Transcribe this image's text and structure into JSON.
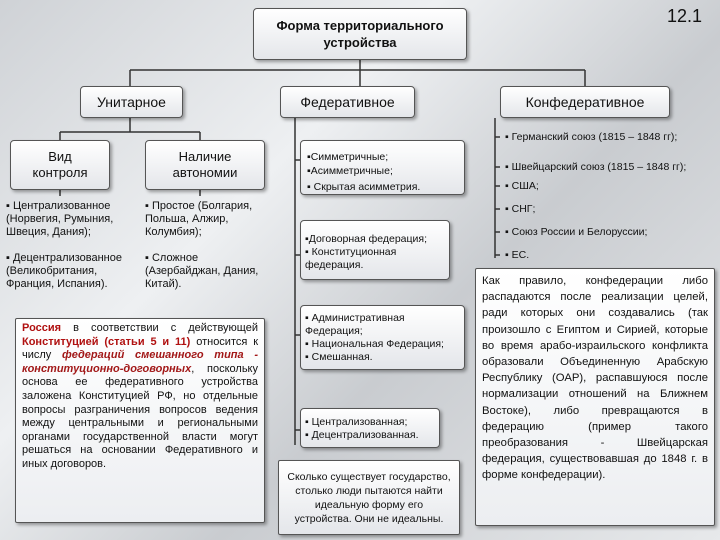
{
  "slide_number": "12.1",
  "title": "Форма территориального устройства",
  "unitary": {
    "label": "Унитарное",
    "control": {
      "label": "Вид контроля",
      "items": [
        "▪ Централизованное (Норвегия, Румыния, Швеция, Дания);",
        "▪ Децентрализованное (Великобритания, Франция, Испания)."
      ]
    },
    "autonomy": {
      "label": "Наличие автономии",
      "items": [
        "▪ Простое (Болгария, Польша, Алжир, Колумбия);",
        "▪ Сложное (Азербайджан, Дания, Китай)."
      ]
    }
  },
  "federal": {
    "label": "Федеративное",
    "groups": [
      [
        "▪Симметричные;",
        "▪Асимметричные;",
        "▪ Скрытая асимметрия."
      ],
      [
        "▪Договорная федерация;",
        "▪ Конституционная федерация."
      ],
      [
        "▪ Административная Федерация;",
        "▪ Национальная Федерация;",
        "▪ Смешанная."
      ],
      [
        "▪ Централизованная;",
        "▪ Децентрализованная."
      ]
    ],
    "quote": "Сколько существует государство, столько люди пытаются найти идеальную форму его устройства. Они не идеальны."
  },
  "russia_note": {
    "part1": "Россия",
    "part2": " в соответствии с действующей ",
    "part3": "Конституцией (статьи 5 и 11)",
    "part4": " относится к числу ",
    "part5": "федераций смешанного типа - конституционно-договорных",
    "part6": ", поскольку основа ее федеративного устройства заложена Конституцией РФ, но отдельные вопросы разграничения вопросов ведения между центральными и региональными органами государственной власти могут решаться на основании Федеративного и иных договоров."
  },
  "confederal": {
    "label": "Конфедеративное",
    "items": [
      "▪ Германский союз (1815 – 1848 гг);",
      "▪ Швейцарский союз (1815 – 1848 гг);",
      "▪ США;",
      "▪ СНГ;",
      "▪ Союз России и Белоруссии;",
      "▪ ЕС."
    ],
    "note": "Как правило, конфедерации либо распадаются после реализации целей, ради которых они создавались (так произошло с Египтом и Сирией, которые во время арабо-израильского конфликта образовали Объединенную Арабскую Республику (ОАР), распавшуюся после нормализации отношений на Ближнем Востоке), либо превращаются в федерацию (пример такого преобразования - Швейцарская федерация, существовавшая до 1848 г. в форме конфедерации)."
  }
}
